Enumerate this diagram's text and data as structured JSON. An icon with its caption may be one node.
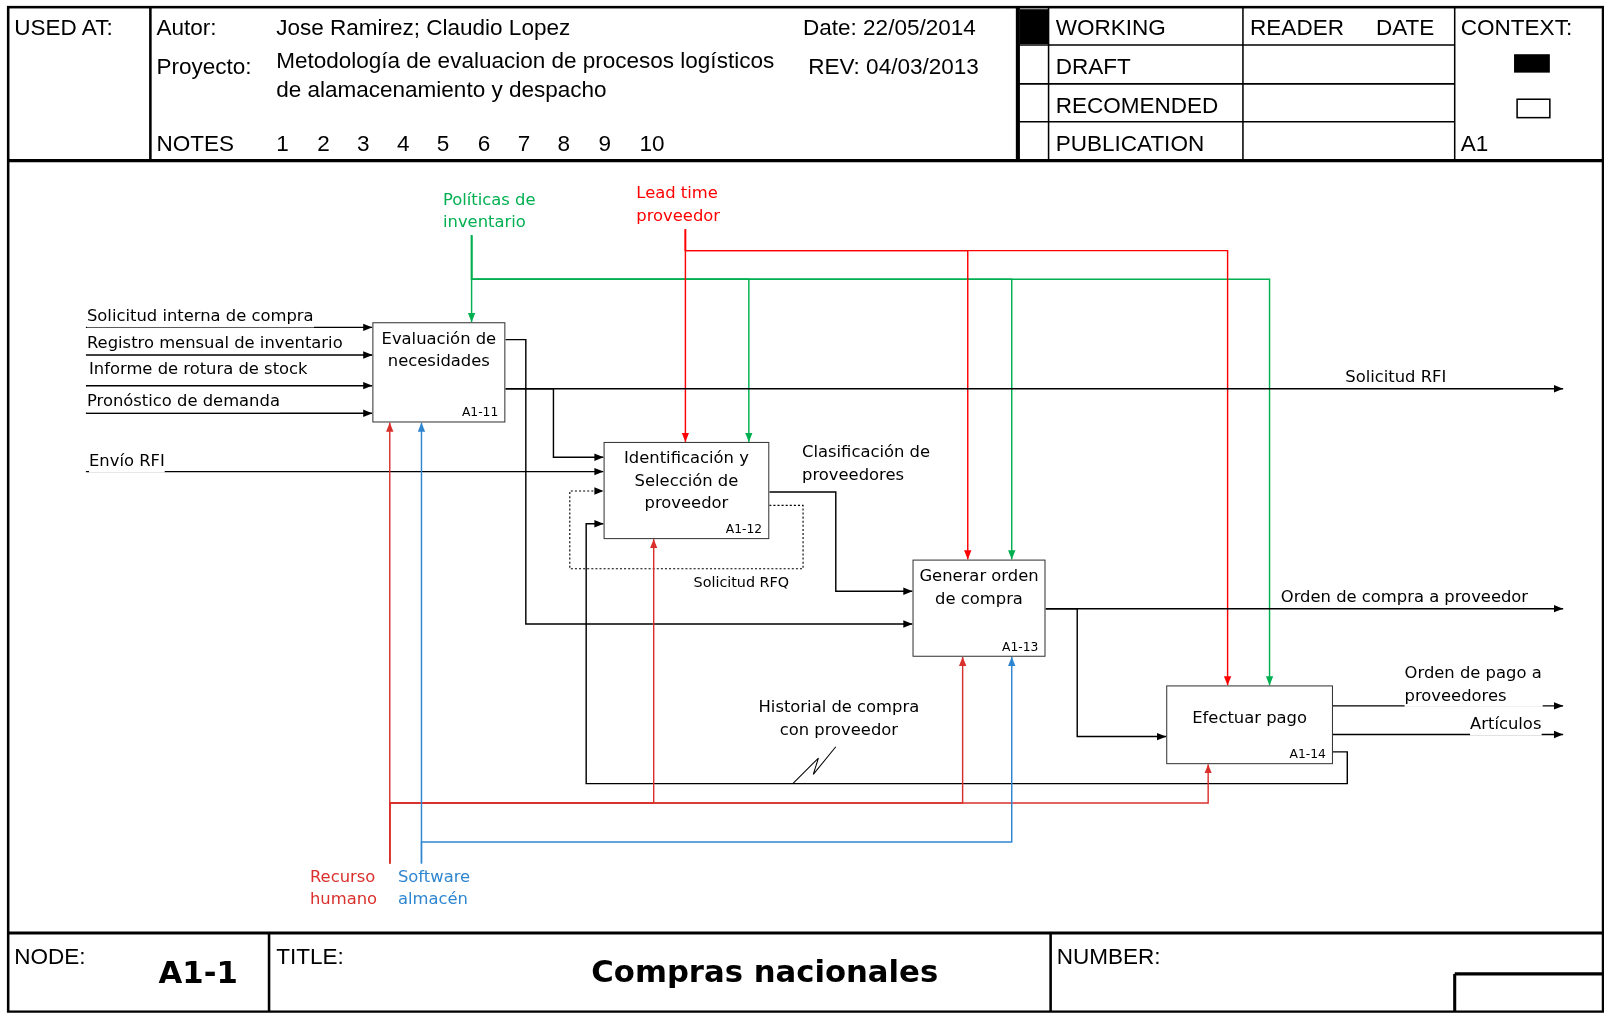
{
  "diagram": {
    "title": "Compras nacionales",
    "nodes": [
      {
        "text": [
          "Evaluación de necesidades",
          "A1-11"
        ]
      },
      {
        "text": [
          "Identificación y Selección de proveedor",
          "A1-12"
        ]
      },
      {
        "text": [
          "Generar orden de compra",
          "A1-13"
        ]
      },
      {
        "text": [
          "Efectuar pago",
          "A1-14"
        ]
      },
      {
        "text": [
          "Políticas de inventario"
        ]
      },
      {
        "text": [
          "Lead time proveedor"
        ]
      },
      {
        "text": [
          "Recurso humano"
        ]
      },
      {
        "text": [
          "Software almacén"
        ]
      }
    ],
    "edges": [
      {
        "from": null,
        "to": 0,
        "arrow": "to",
        "label": "Solicitud interna de compra"
      },
      {
        "from": null,
        "to": 0,
        "arrow": "to",
        "label": "Registro mensual de inventario"
      },
      {
        "from": null,
        "to": 0,
        "arrow": "to",
        "label": "Informe de rotura de stock"
      },
      {
        "from": null,
        "to": 0,
        "arrow": "to",
        "label": "Pronóstico de demanda"
      },
      {
        "from": null,
        "to": 1,
        "arrow": "to",
        "label": "Envío RFI"
      },
      {
        "from": 4,
        "to": 0,
        "arrow": "to",
        "color": "#00b050"
      },
      {
        "from": 4,
        "to": 1,
        "arrow": "to",
        "color": "#00b050"
      },
      {
        "from": 4,
        "to": 2,
        "arrow": "to",
        "color": "#00b050"
      },
      {
        "from": 4,
        "to": 3,
        "arrow": "to",
        "color": "#00b050"
      },
      {
        "from": 5,
        "to": 1,
        "arrow": "to",
        "color": "#ff0000"
      },
      {
        "from": 5,
        "to": 2,
        "arrow": "to",
        "color": "#ff0000"
      },
      {
        "from": 5,
        "to": 3,
        "arrow": "to",
        "color": "#ff0000"
      },
      {
        "from": 0,
        "to": null,
        "arrow": "to",
        "label": "Solicitud RFI"
      },
      {
        "from": 0,
        "to": 1,
        "arrow": "to"
      },
      {
        "from": 0,
        "to": 2,
        "arrow": "to"
      },
      {
        "from": 1,
        "to": 1,
        "arrow": "to",
        "label": "Solicitud RFQ",
        "style": "dashed"
      },
      {
        "from": 1,
        "to": 2,
        "arrow": "to",
        "label": "Clasificación de proveedores"
      },
      {
        "from": 2,
        "to": null,
        "arrow": "to",
        "label": "Orden de compra a proveedor"
      },
      {
        "from": 2,
        "to": 3,
        "arrow": "to"
      },
      {
        "from": 3,
        "to": null,
        "arrow": "to",
        "label": "Orden de pago a proveedores"
      },
      {
        "from": 3,
        "to": null,
        "arrow": "to",
        "label": "Artículos"
      },
      {
        "from": 3,
        "to": 1,
        "arrow": "to",
        "label": "Historial de compra con proveedor"
      },
      {
        "from": 6,
        "to": 0,
        "arrow": "to",
        "color": "#d9302c"
      },
      {
        "from": 6,
        "to": 1,
        "arrow": "to",
        "color": "#d9302c"
      },
      {
        "from": 6,
        "to": 2,
        "arrow": "to",
        "color": "#d9302c"
      },
      {
        "from": 6,
        "to": 3,
        "arrow": "to",
        "color": "#d9302c"
      },
      {
        "from": 7,
        "to": 0,
        "arrow": "to",
        "color": "#2f86d0"
      },
      {
        "from": 7,
        "to": 2,
        "arrow": "to",
        "color": "#2f86d0"
      }
    ],
    "labels": [
      "USED AT:",
      "Autor:",
      "Jose Ramirez; Claudio Lopez",
      "Date: 22/05/2014",
      "WORKING",
      "READER",
      "DATE",
      "CONTEXT:",
      "Proyecto:",
      "Metodología de evaluacion de procesos logísticos de alamacenamiento y despacho",
      "REV: 04/03/2013",
      "DRAFT",
      "RECOMENDED",
      "NOTES",
      "1",
      "2",
      "3",
      "4",
      "5",
      "6",
      "7",
      "8",
      "9",
      "10",
      "PUBLICATION",
      "A1",
      "NODE:",
      "A1-1",
      "TITLE:",
      "NUMBER:"
    ]
  }
}
